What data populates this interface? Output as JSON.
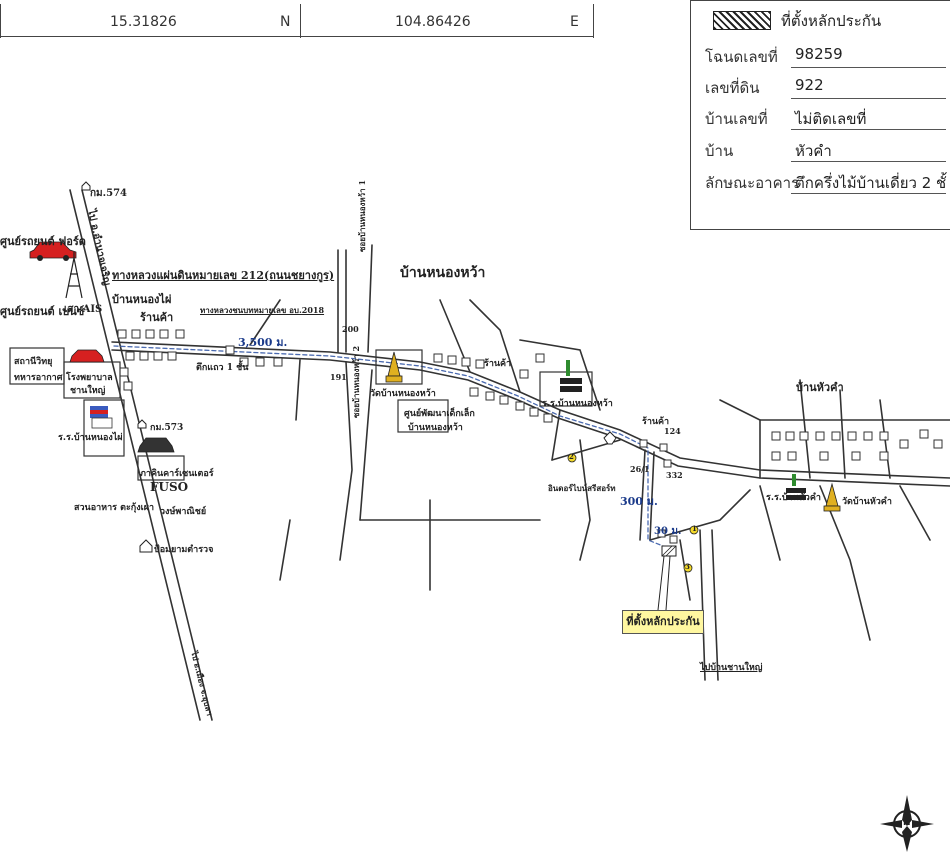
{
  "coordinates": {
    "lat": "15.31826",
    "lat_dir": "N",
    "lon": "104.86426",
    "lon_dir": "E"
  },
  "info": {
    "legend": "ที่ตั้งหลักประกัน",
    "rows": [
      {
        "label": "โฉนดเลขที่",
        "value": "98259"
      },
      {
        "label": "เลขที่ดิน",
        "value": "922"
      },
      {
        "label": "บ้านเลขที่",
        "value": "ไม่ติดเลขที่"
      },
      {
        "label": "บ้าน",
        "value": "หัวคำ"
      },
      {
        "label": "ลักษณะอาคาร",
        "value": "ตึกครึ่งไม้บ้านเดี่ยว 2  ชั้"
      }
    ]
  },
  "map": {
    "labels": {
      "ford": "ศูนย์รถยนต์ ฟอร์ด",
      "km574": "กม.574",
      "to_amnat": "ไป อ.อำนาจเจริญ",
      "ais": "เสา AIS",
      "benz": "ศูนย์รถยนต์ เบนซ์",
      "highway212": "ทางหลวงแผ่นดินหมายเลข 212(ถนนชยางกูร)",
      "ban_nong_phai": "บ้านหนองไผ่",
      "shop1": "ร้านค้า",
      "local_road": "ทางหลวงชนบทหมายเลข อบ.2018",
      "dist_3500": "3,500 ม.",
      "radio_station": "สถานีวิทยุ",
      "weather": "ทหารอากาศ",
      "hospital": "โรงพยาบาล",
      "hospital2": "ชานใหญ่",
      "single_storey": "ตึกแถว 1 ชั้น",
      "school_nong_phai": "ร.ร.บ้านหนองไผ่",
      "km573": "กม.573",
      "car_center": "ภาคินคาร์เซนเตอร์",
      "fuso": "FUSO",
      "restaurant": "สวนอาหาร ตะกุ้งเผา",
      "wongpanit": "วงษ์พาณิชย์",
      "police": "ป้อมยามตำรวจ",
      "to_ubon": "ไป อ.เมือง จ.อุบลฯ",
      "ban_nong_wa": "บ้านหนองหว้า",
      "road_nong_wa": "ซอยบ้านหนองหว้า 1",
      "road_nong_wa2": "ซอยบ้านหนองหว้า 2",
      "n200": "200",
      "n191": "191",
      "wat_nong_wa": "วัดบ้านหนองหว้า",
      "child_center": "ศูนย์พัฒนาเด็กเล็ก",
      "child_center2": "บ้านหนองหว้า",
      "shop2": "ร้านค้า",
      "school_nong_wa": "ร.ร.บ้านหนองหว้า",
      "shop3": "ร้านค้า",
      "n124": "124",
      "n26_1": "26/1",
      "n332": "332",
      "indoor": "อินดอร์ไบน์สรีสอร์ท",
      "dist_300": "300 ม.",
      "dist_30": "30 ม.",
      "ban_hua_kham": "บ้านหัวคำ",
      "school_hua_kham": "ร.ร.บ้านหัวคำ",
      "wat_hua_kham": "วัดบ้านหัวคำ",
      "to_chanuman": "ไปบ้านชานใหญ่",
      "collateral": "ที่ตั้งหลักประกัน",
      "marker1": "1",
      "marker2": "2",
      "marker3": "3",
      "compass_n": "N"
    }
  }
}
